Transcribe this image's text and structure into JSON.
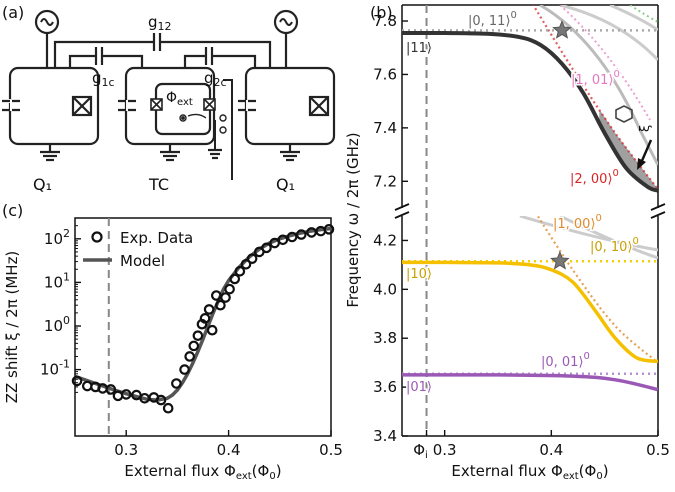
{
  "panels": {
    "a": {
      "label": "(a)"
    },
    "b": {
      "label": "(b)"
    },
    "c": {
      "label": "(c)"
    }
  },
  "circuit": {
    "g12": "g",
    "g12_sub": "12",
    "g1c": "g",
    "g1c_sub": "1c",
    "g2c": "g",
    "g2c_sub": "2c",
    "phi_ext": "Φ",
    "phi_ext_sub": "ext",
    "q1_left": "Q₁",
    "tc": "TC",
    "q1_right": "Q₁"
  },
  "colors": {
    "state_11": "#333333",
    "state_10": "#f5c000",
    "state_01": "#9b59b6",
    "label_011": "#666666",
    "label_101": "#e377c2",
    "label_200": "#d62728",
    "label_100": "#e08a2c",
    "label_010": "#c8a000",
    "label_001": "#9b59b6",
    "model": "#555555",
    "dashed_marker": "#888888"
  },
  "chart_data": [
    {
      "id": "c",
      "type": "scatter",
      "xlabel_main": "External flux Φ",
      "xlabel_sub": "ext",
      "xlabel_tail": "(Φ",
      "xlabel_sub0": "0",
      "xlabel_close": ")",
      "ylabel": "ZZ shift ξ / 2π (MHz)",
      "xlim": [
        0.25,
        0.5
      ],
      "ylim": [
        0.003,
        300
      ],
      "yscale": "log",
      "xticks": [
        "0.3",
        "0.4",
        "0.5"
      ],
      "yticks": [
        {
          "base": "10",
          "exp": "-1",
          "value": 0.1
        },
        {
          "base": "10",
          "exp": "0",
          "value": 1
        },
        {
          "base": "10",
          "exp": "1",
          "value": 10
        },
        {
          "base": "10",
          "exp": "2",
          "value": 100
        }
      ],
      "marker_x": 0.283,
      "legend": {
        "data": "Exp. Data",
        "model": "Model"
      },
      "series": [
        {
          "name": "Exp. Data",
          "x": [
            0.252,
            0.262,
            0.27,
            0.277,
            0.285,
            0.292,
            0.3,
            0.31,
            0.318,
            0.327,
            0.334,
            0.341,
            0.349,
            0.357,
            0.362,
            0.366,
            0.37,
            0.374,
            0.377,
            0.381,
            0.384,
            0.388,
            0.392,
            0.397,
            0.401,
            0.406,
            0.411,
            0.417,
            0.423,
            0.43,
            0.437,
            0.445,
            0.453,
            0.462,
            0.471,
            0.481,
            0.49,
            0.498
          ],
          "y": [
            0.055,
            0.042,
            0.04,
            0.037,
            0.035,
            0.025,
            0.027,
            0.026,
            0.022,
            0.023,
            0.02,
            0.013,
            0.048,
            0.1,
            0.2,
            0.35,
            0.6,
            1.1,
            1.5,
            2.4,
            0.8,
            5.0,
            3.0,
            4.5,
            7.0,
            12,
            18,
            26,
            35,
            50,
            62,
            80,
            95,
            110,
            125,
            140,
            150,
            165
          ]
        },
        {
          "name": "Model",
          "x": [
            0.25,
            0.26,
            0.27,
            0.28,
            0.29,
            0.3,
            0.31,
            0.32,
            0.33,
            0.34,
            0.345,
            0.35,
            0.355,
            0.36,
            0.365,
            0.37,
            0.375,
            0.38,
            0.385,
            0.39,
            0.395,
            0.4,
            0.41,
            0.42,
            0.43,
            0.44,
            0.45,
            0.46,
            0.47,
            0.48,
            0.49,
            0.5
          ],
          "y": [
            0.07,
            0.058,
            0.048,
            0.04,
            0.033,
            0.028,
            0.024,
            0.021,
            0.02,
            0.022,
            0.026,
            0.034,
            0.05,
            0.08,
            0.14,
            0.26,
            0.5,
            1.0,
            2.0,
            3.8,
            7.0,
            11,
            22,
            38,
            58,
            80,
            100,
            118,
            135,
            150,
            162,
            172
          ]
        }
      ]
    },
    {
      "id": "b",
      "type": "line",
      "xlabel_main": "External flux Φ",
      "xlabel_sub": "ext",
      "xlabel_tail": "(Φ",
      "xlabel_sub0": "0",
      "xlabel_close": ")",
      "ylabel": "Frequency ω / 2π (GHz)",
      "xlim": [
        0.26,
        0.5
      ],
      "xticks": [
        "0.3",
        "0.4",
        "0.5"
      ],
      "xtick_special": {
        "base": "Φ",
        "sub": "i"
      },
      "marker_x": 0.283,
      "upper": {
        "ylim": [
          7.1,
          7.86
        ],
        "yticks": [
          "7.2",
          "7.4",
          "7.6",
          "7.8"
        ],
        "series": [
          {
            "name": "|11⟩",
            "x": [
              0.26,
              0.3,
              0.34,
              0.37,
              0.39,
              0.41,
              0.43,
              0.45,
              0.47,
              0.49,
              0.5
            ],
            "y": [
              7.755,
              7.755,
              7.752,
              7.74,
              7.71,
              7.64,
              7.53,
              7.38,
              7.25,
              7.18,
              7.165
            ]
          },
          {
            "name": "|0,11⟩⁰",
            "x": [
              0.26,
              0.5
            ],
            "y": [
              7.765,
              7.765
            ]
          },
          {
            "name": "|2,00⟩⁰",
            "x": [
              0.38,
              0.42,
              0.46,
              0.5
            ],
            "y": [
              7.88,
              7.62,
              7.38,
              7.17
            ]
          },
          {
            "name": "|1,01⟩⁰",
            "x": [
              0.44,
              0.47,
              0.5
            ],
            "y": [
              7.86,
              7.72,
              7.58
            ]
          }
        ],
        "labels": {
          "s11": "|11⟩",
          "s011": "|0, 11⟩",
          "s011_sup": "0",
          "s101": "|1, 01⟩",
          "s101_sup": "0",
          "s200": "|2, 00⟩",
          "s200_sup": "0",
          "xi": "ξ"
        }
      },
      "lower": {
        "ylim": [
          3.4,
          4.3
        ],
        "yticks": [
          "3.4",
          "3.6",
          "3.8",
          "4.0",
          "4.2"
        ],
        "series": [
          {
            "name": "|10⟩",
            "x": [
              0.26,
              0.3,
              0.35,
              0.38,
              0.4,
              0.42,
              0.44,
              0.46,
              0.48,
              0.5
            ],
            "y": [
              4.11,
              4.11,
              4.108,
              4.1,
              4.08,
              4.03,
              3.92,
              3.8,
              3.72,
              3.705
            ]
          },
          {
            "name": "|0,10⟩⁰",
            "x": [
              0.26,
              0.5
            ],
            "y": [
              4.115,
              4.115
            ]
          },
          {
            "name": "|1,00⟩⁰",
            "x": [
              0.38,
              0.42,
              0.46,
              0.5
            ],
            "y": [
              4.35,
              4.08,
              3.85,
              3.7
            ]
          },
          {
            "name": "|01⟩",
            "x": [
              0.26,
              0.35,
              0.42,
              0.46,
              0.5
            ],
            "y": [
              3.65,
              3.65,
              3.645,
              3.63,
              3.59
            ]
          },
          {
            "name": "|0,01⟩⁰",
            "x": [
              0.26,
              0.5
            ],
            "y": [
              3.655,
              3.655
            ]
          }
        ],
        "labels": {
          "s10": "|10⟩",
          "s100": "|1, 00⟩",
          "s100_sup": "0",
          "s010": "|0, 10⟩",
          "s010_sup": "0",
          "s001": "|0, 01⟩",
          "s001_sup": "0",
          "s01": "|01⟩"
        }
      }
    }
  ]
}
